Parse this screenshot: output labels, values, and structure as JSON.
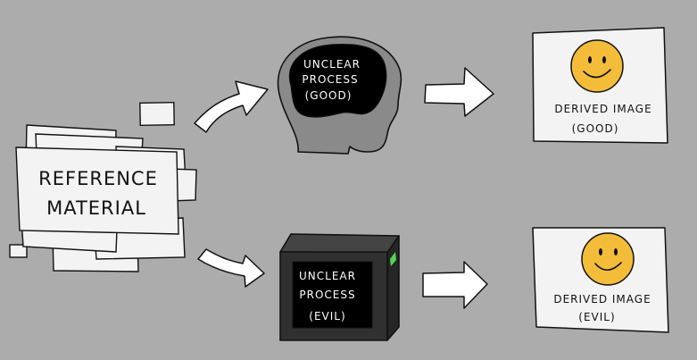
{
  "reference": {
    "line1": "REFERENCE",
    "line2": "MATERIAL"
  },
  "brain_process": {
    "line1": "UNCLEAR",
    "line2": "PROCESS",
    "line3": "(GOOD)"
  },
  "box_process": {
    "line1": "UNCLEAR",
    "line2": "PROCESS",
    "line3": "(EVIL)"
  },
  "output_good": {
    "line1": "DERIVED IMAGE",
    "line2": "(GOOD)"
  },
  "output_evil": {
    "line1": "DERIVED IMAGE",
    "line2": "(EVIL)"
  },
  "colors": {
    "background": "#acacac",
    "paper": "#f3f3f3",
    "head": "#8a8a8a",
    "screen": "#000000",
    "box": "#2f2f2f",
    "led": "#55d455",
    "smiley": "#f3bd3a"
  }
}
